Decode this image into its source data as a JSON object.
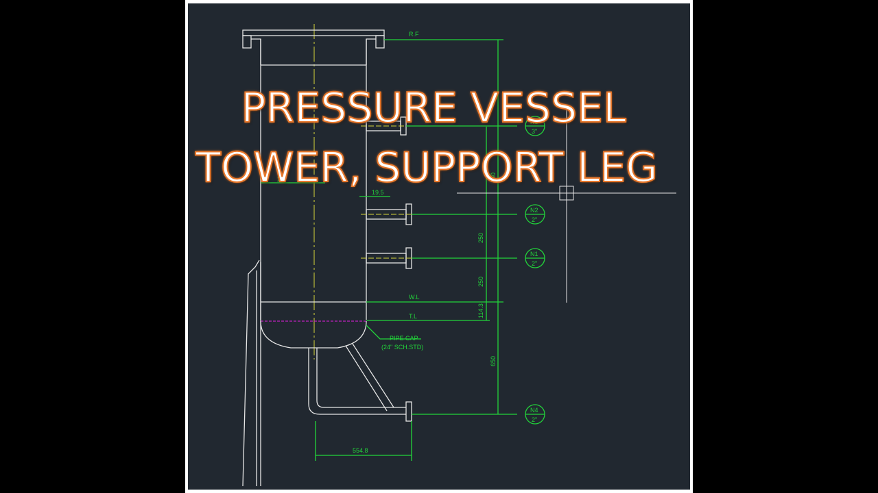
{
  "overlay": {
    "title_line1": "PRESSURE VESSEL",
    "title_line2": "TOWER, SUPPORT LEG",
    "title_fill": "#ffffff",
    "title_outline": "#e8772a"
  },
  "drawing": {
    "background": "#212830",
    "line_color": "#e6e6e6",
    "dimension_color": "#22d43a",
    "centerline_color": "#d6d63a",
    "tangent_line_color": "#c020c0",
    "labels": {
      "rf": "R.F",
      "wl": "W.L",
      "tl": "T.L",
      "pipe_cap_1": "PIPE CAP",
      "pipe_cap_2": "(24\" SCH.STD)",
      "dim_19_5": "19.5",
      "dim_250_a": "250",
      "dim_250_b": "250",
      "dim_150": "150",
      "dim_114_3": "114.3",
      "dim_650": "650",
      "dim_554_8": "554.8",
      "dim_partial": "24\""
    },
    "nozzles": [
      {
        "tag": "N3",
        "size": "3\""
      },
      {
        "tag": "N2",
        "size": "2\""
      },
      {
        "tag": "N1",
        "size": "2\""
      },
      {
        "tag": "N4",
        "size": "2\""
      }
    ]
  }
}
